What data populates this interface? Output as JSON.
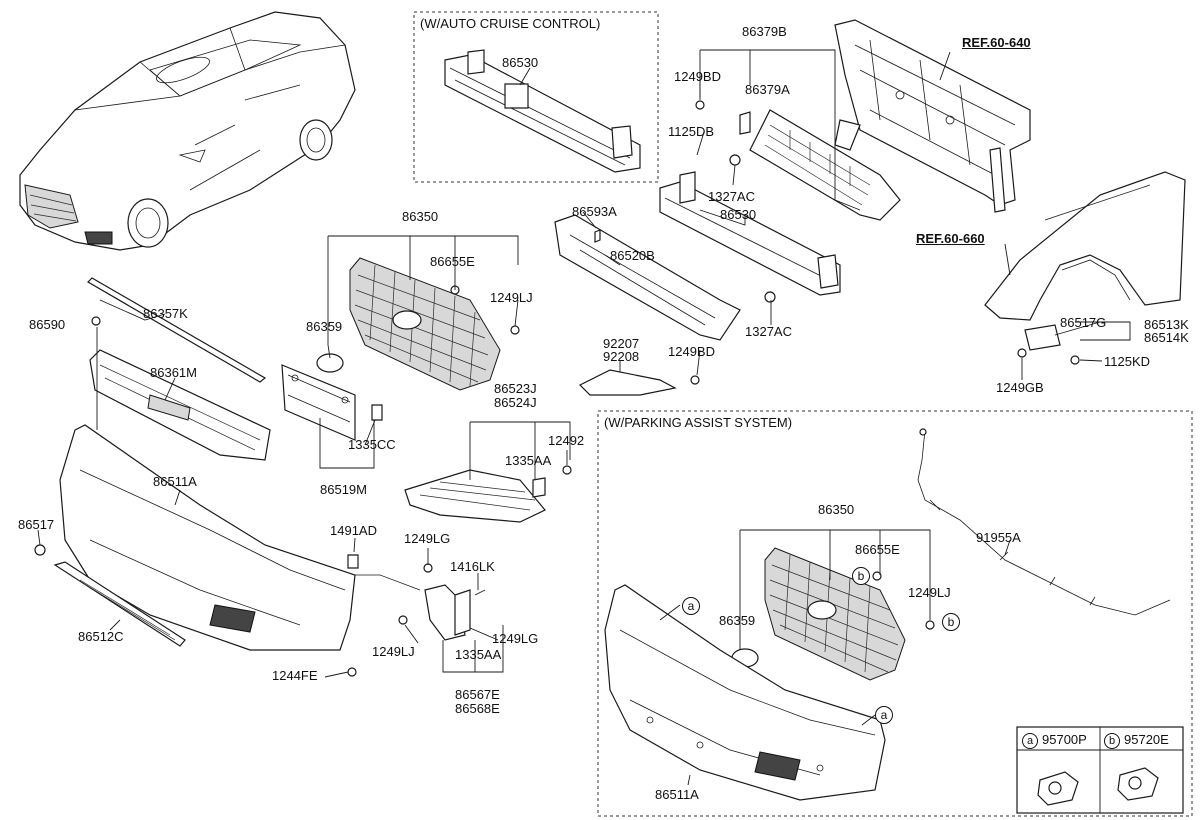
{
  "diagram": {
    "box_titles": {
      "auto_cruise": "(W/AUTO CRUISE CONTROL)",
      "parking_assist": "(W/PARKING ASSIST SYSTEM)"
    },
    "references": {
      "ref_60_640": "REF.60-640",
      "ref_60_660": "REF.60-660"
    },
    "labels": {
      "p86530_acc": "86530",
      "p86379B": "86379B",
      "p1249BD_top": "1249BD",
      "p86379A": "86379A",
      "p1125DB": "1125DB",
      "p1327AC_top": "1327AC",
      "p86530_main": "86530",
      "p86593A": "86593A",
      "p86520B": "86520B",
      "p86350": "86350",
      "p86655E": "86655E",
      "p1249LJ_top": "1249LJ",
      "p86359": "86359",
      "p86590": "86590",
      "p86357K": "86357K",
      "p86361M": "86361M",
      "p1327AC_low": "1327AC",
      "p92207": "92207",
      "p92208": "92208",
      "p1249BD_low": "1249BD",
      "p86517G": "86517G",
      "p86513K": "86513K",
      "p86514K": "86514K",
      "p1125KD": "1125KD",
      "p1249GB": "1249GB",
      "p1335CC": "1335CC",
      "p86519M": "86519M",
      "p86523J": "86523J",
      "p86524J": "86524J",
      "p1335AA_top": "1335AA",
      "p12492": "12492",
      "p86511A": "86511A",
      "p86517": "86517",
      "p1491AD": "1491AD",
      "p1249LG_top": "1249LG",
      "p1416LK": "1416LK",
      "p86512C": "86512C",
      "p1249LJ_low": "1249LJ",
      "p1335AA_low": "1335AA",
      "p1249LG_low": "1249LG",
      "p1244FE": "1244FE",
      "p86567E": "86567E",
      "p86568E": "86568E",
      "pa_86350": "86350",
      "pa_86655E": "86655E",
      "pa_86359": "86359",
      "pa_1249LJ": "1249LJ",
      "pa_91955A": "91955A",
      "pa_86511A": "86511A"
    },
    "callouts": {
      "a": "a",
      "b": "b"
    },
    "legend": {
      "a_letter": "a",
      "a_part": "95700P",
      "b_letter": "b",
      "b_part": "95720E"
    },
    "colors": {
      "line": "#1a1a1a",
      "grille_fill": "#d8d8d8",
      "background": "#ffffff"
    }
  }
}
